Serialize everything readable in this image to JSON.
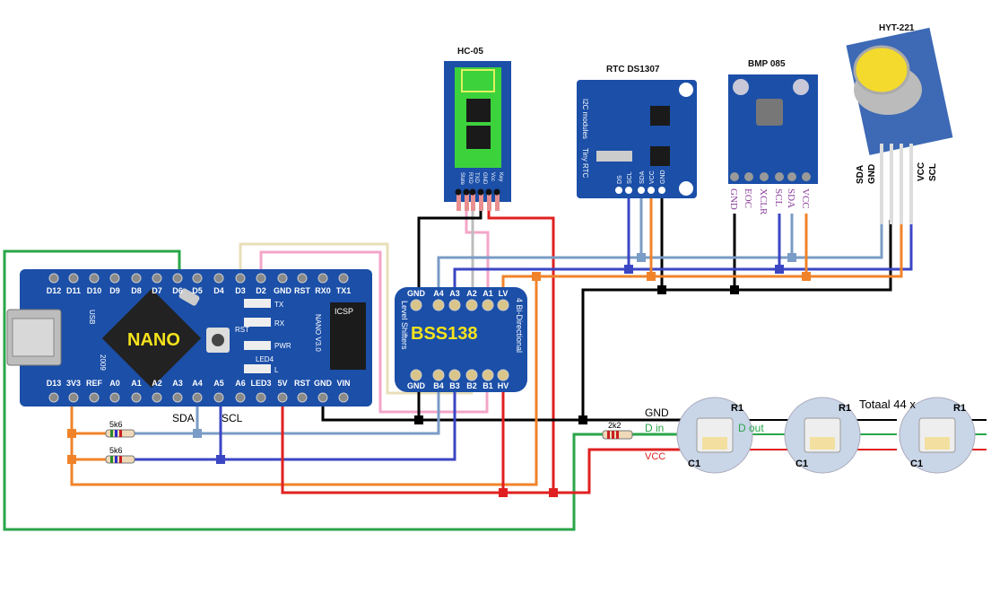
{
  "colors": {
    "board_blue": "#1b4fa8",
    "sda": "#7a9cc6",
    "scl": "#3b46c4",
    "v33": "#f0832a",
    "v5": "#e02020",
    "gnd": "#000000",
    "data": "#2aa64a",
    "pink": "#f3a6c8",
    "beige": "#e8dfb8",
    "gray": "#bdbdbd",
    "label_yellow": "#f5e31c"
  },
  "nano": {
    "label": "NANO",
    "top_pins": [
      "D12",
      "D11",
      "D10",
      "D9",
      "D8",
      "D7",
      "D6",
      "D5",
      "D4",
      "D3",
      "D2",
      "GND",
      "RST",
      "RX0",
      "TX1"
    ],
    "bottom_pins": [
      "D13",
      "3V3",
      "REF",
      "A0",
      "A1",
      "A2",
      "A3",
      "A4",
      "A5",
      "A6",
      "LED3",
      "5V",
      "RST",
      "GND",
      "VIN"
    ],
    "silk": [
      "TX",
      "RX",
      "PWR",
      "LED4",
      "L",
      "RST",
      "NANO V3.0",
      "ICSP",
      "USB",
      "2009"
    ]
  },
  "bus_labels": {
    "sda": "SDA",
    "scl": "SCL"
  },
  "resistors": [
    {
      "value": "5k6"
    },
    {
      "value": "5k6"
    },
    {
      "value": "2k2"
    }
  ],
  "hc05": {
    "title": "HC-05",
    "pins": [
      "State",
      "RXD",
      "TXD",
      "GND",
      "Vcc",
      "Key"
    ]
  },
  "bss138": {
    "label": "BSS138",
    "top_pins": [
      "GND",
      "A4",
      "A3",
      "A2",
      "A1",
      "LV"
    ],
    "bottom_pins": [
      "GND",
      "B4",
      "B3",
      "B2",
      "B1",
      "HV"
    ],
    "side_left": "Level Shifters",
    "side_right": "4 Bi-Directional"
  },
  "rtc": {
    "title": "RTC DS1307",
    "pins": [
      "DS",
      "SCL",
      "SDA",
      "VCC",
      "GND"
    ],
    "silk": [
      "I2C modules",
      "Tiny RTC"
    ]
  },
  "bmp": {
    "title": "BMP 085",
    "pins": [
      "GND",
      "EOC",
      "XCLR",
      "SCL",
      "SDA",
      "VCC"
    ]
  },
  "hyt": {
    "title": "HYT-221",
    "pins": [
      "SDA",
      "GND",
      "VCC",
      "SCL"
    ]
  },
  "led_strip": {
    "gnd_label": "GND",
    "din_label": "D in",
    "dout_label": "D out",
    "vcc_label": "VCC",
    "count_label": "Totaal 44 x",
    "led_silk": [
      "R1",
      "C1"
    ]
  }
}
